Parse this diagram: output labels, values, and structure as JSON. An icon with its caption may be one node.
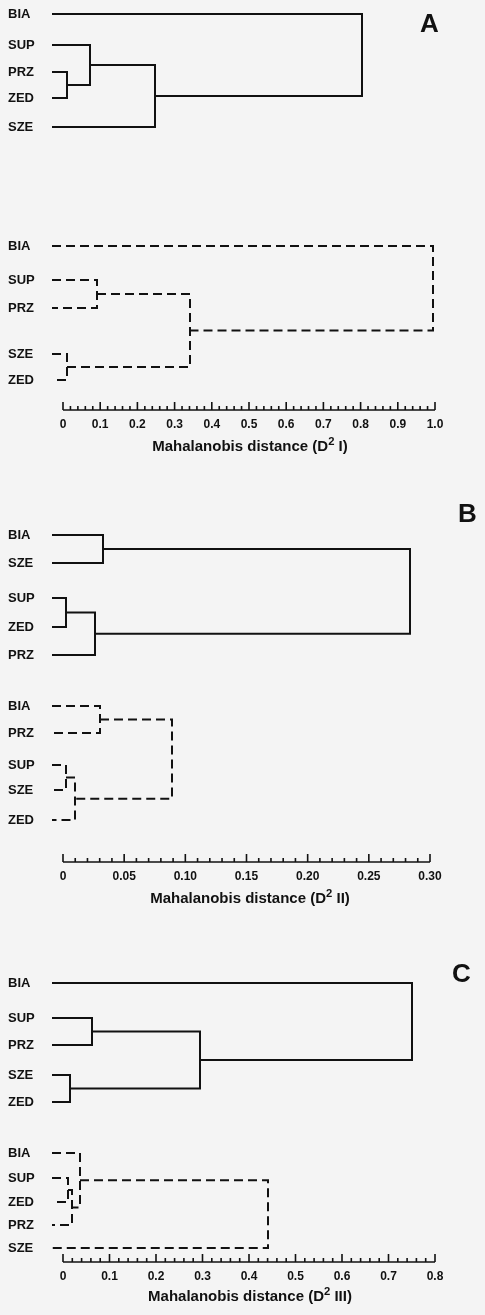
{
  "diagram": {
    "labels": [
      "A",
      "BIA",
      "SUP",
      "PRZ",
      "ZED",
      "SZE",
      "BIA",
      "SUP",
      "PRZ",
      "SZE",
      "ZED",
      "0",
      "0.1",
      "0.2",
      "0.3",
      "0.4",
      "0.5",
      "0.6",
      "0.7",
      "0.8",
      "0.9",
      "1.0",
      "Mahalanobis distance (D$^{2}$ I)",
      "B",
      "BIA",
      "SZE",
      "SUP",
      "ZED",
      "PRZ",
      "BIA",
      "PRZ",
      "SUP",
      "SZE",
      "ZED",
      "0",
      "0.05",
      "0.10",
      "0.15",
      "0.20",
      "0.25",
      "0.30",
      "Mahalanobis distance (D$^{2}$ II)",
      "C",
      "BIA",
      "SUP",
      "PRZ",
      "SZE",
      "ZED",
      "BIA",
      "SUP",
      "ZED",
      "PRZ",
      "SZE",
      "0",
      "0.1",
      "0.2",
      "0.3",
      "0.4",
      "0.5",
      "0.6",
      "0.7",
      "0.8",
      "Mahalanobis distance (D$^{2}$ III)"
    ]
  }
}
